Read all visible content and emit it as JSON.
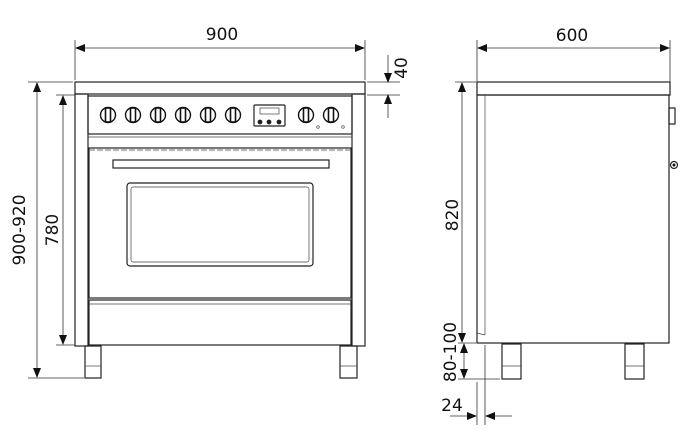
{
  "dimensions": {
    "front_width": "900",
    "worktop_thickness": "40",
    "total_height": "900-920",
    "body_height": "780",
    "depth": "600",
    "side_height": "820",
    "feet_height": "80-100",
    "front_offset": "24"
  },
  "front_view": {
    "knob_count_left": 6,
    "knob_count_right": 2
  },
  "colors": {
    "line": "#222222",
    "background": "#ffffff"
  }
}
